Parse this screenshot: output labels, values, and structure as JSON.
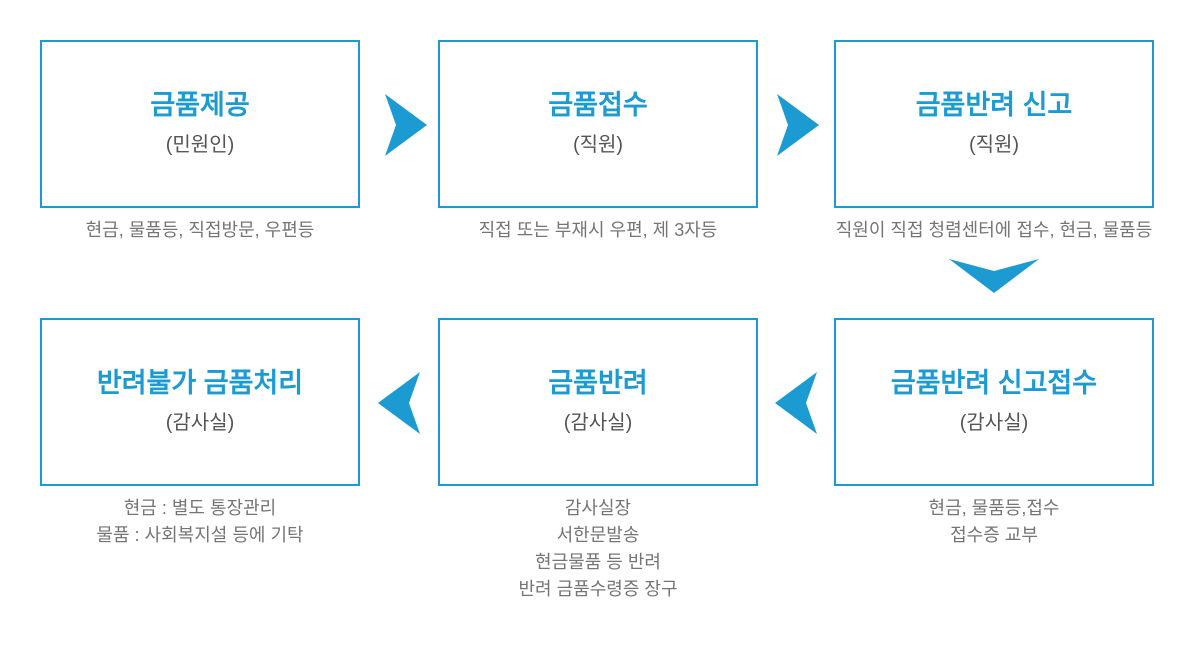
{
  "diagram": {
    "accent_color": "#1b9bd2",
    "actor_text_color": "#555555",
    "caption_text_color": "#757575",
    "background_color": "#ffffff",
    "nodes": [
      {
        "title": "금품제공",
        "actor": "(민원인)",
        "caption_lines": [
          "현금, 물품등, 직접방문, 우편등"
        ]
      },
      {
        "title": "금품접수",
        "actor": "(직원)",
        "caption_lines": [
          "직접 또는 부재시 우편, 제 3자등"
        ]
      },
      {
        "title": "금품반려 신고",
        "actor": "(직원)",
        "caption_lines": [
          "직원이 직접 청렴센터에 접수, 현금, 물품등"
        ]
      },
      {
        "title": "금품반려 신고접수",
        "actor": "(감사실)",
        "caption_lines": [
          "현금, 물품등,접수",
          "접수증 교부"
        ]
      },
      {
        "title": "금품반려",
        "actor": "(감사실)",
        "caption_lines": [
          "감사실장",
          "서한문발송",
          "현금물품 등 반려",
          "반려 금품수령증 장구"
        ]
      },
      {
        "title": "반려불가 금품처리",
        "actor": "(감사실)",
        "caption_lines": [
          "현금 : 별도 통장관리",
          "물품 : 사회복지설 등에 기탁"
        ]
      }
    ],
    "icons": {
      "step1_to_step2": "chevron-right-icon",
      "step2_to_step3": "chevron-right-icon",
      "step3_to_step4": "chevron-down-icon",
      "step4_to_step5": "chevron-left-icon",
      "step5_to_step6": "chevron-left-icon"
    }
  }
}
